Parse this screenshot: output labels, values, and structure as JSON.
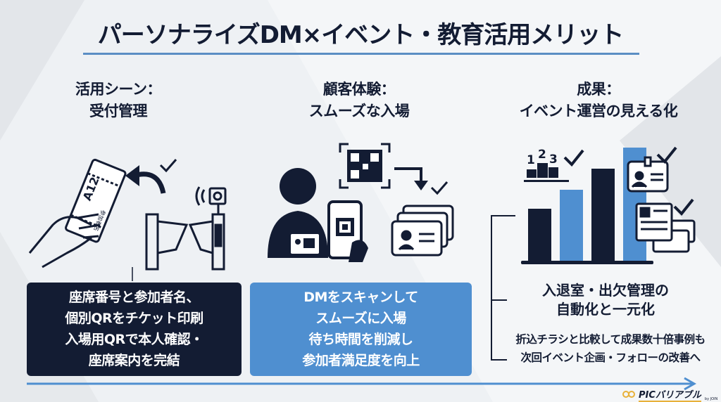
{
  "title": "パーソナライズDM×イベント・教育活用メリット",
  "colors": {
    "navy": "#131c33",
    "blue": "#4f8fd0",
    "accent_line": "#5b8ec4",
    "logo_gold": "#e8b13a"
  },
  "columns": [
    {
      "heading": [
        "活用シーン：",
        "受付管理"
      ],
      "ticket_seat": "A12",
      "ticket_name": "参加者名",
      "icons": [
        "hand-holding-ticket-icon",
        "arrow-curve-icon",
        "check-icon",
        "turnstile-gate-icon",
        "camera-scanner-icon"
      ],
      "box_lines": [
        "座席番号と参加者名、",
        "個別QRをチケット印刷",
        "入場用QRで本人確認・",
        "座席案内を完結"
      ]
    },
    {
      "heading": [
        "顧客体験：",
        "スムーズな入場"
      ],
      "icons": [
        "person-badge-icon",
        "smartphone-qr-icon",
        "qr-scan-icon",
        "arrow-down-icon",
        "check-icon",
        "id-cards-icon"
      ],
      "box_lines": [
        "DMをスキャンして",
        "スムーズに入場",
        "待ち時間を削減し",
        "参加者満足度を向上"
      ]
    },
    {
      "heading": [
        "成果：",
        "イベント運営の見える化"
      ],
      "podium_labels": [
        "1",
        "2",
        "3"
      ],
      "icons": [
        "bar-chart-icon",
        "podium-icon",
        "id-card-icon",
        "documents-icon",
        "check-icon"
      ],
      "result_lines": [
        "入退室・出欠管理の",
        "自動化と一元化"
      ],
      "note_lines": [
        "折込チラシと比較して成果数十倍事例も",
        "次回イベント企画・フォローの改善へ"
      ]
    }
  ],
  "logo": {
    "text": "PICバリアブル",
    "sub": "by JOIN"
  }
}
